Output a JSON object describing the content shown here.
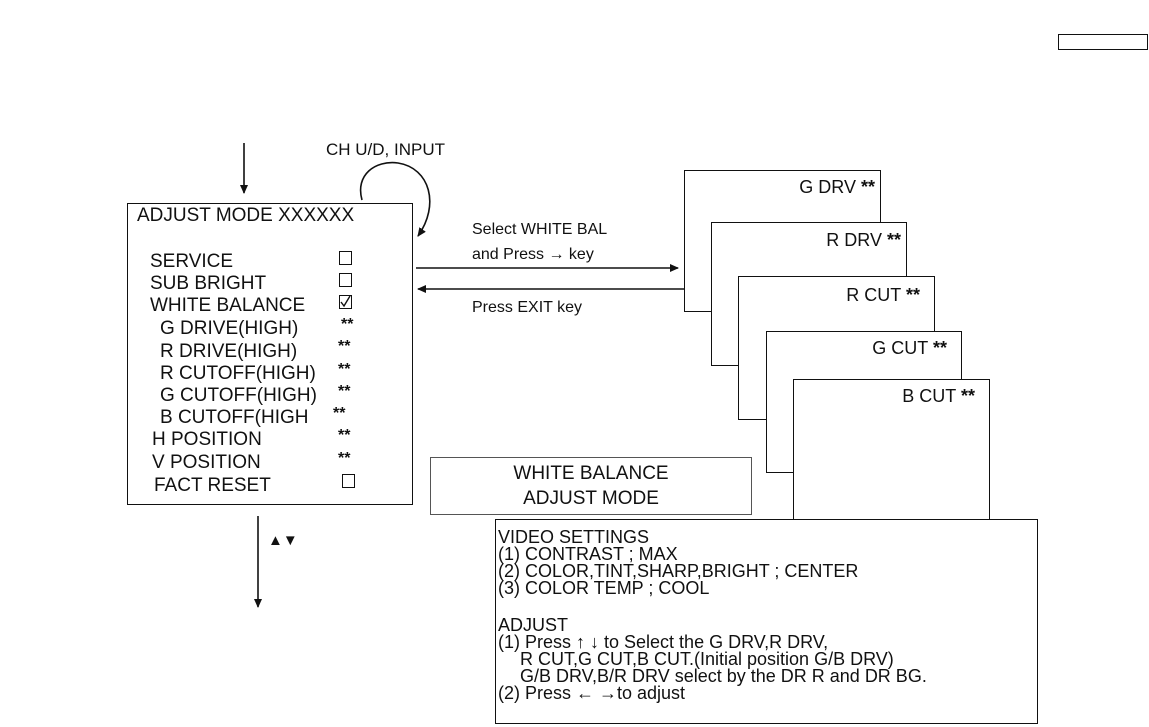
{
  "page_tag": "",
  "adjust_menu": {
    "title": "ADJUST MODE XXXXXX",
    "items": [
      {
        "label": "SERVICE",
        "value": "",
        "checkbox": "empty"
      },
      {
        "label": "SUB BRIGHT",
        "value": "",
        "checkbox": "empty"
      },
      {
        "label": "WHITE BALANCE",
        "value": "",
        "checkbox": "checked"
      },
      {
        "label": "G DRIVE(HIGH)",
        "value": "**"
      },
      {
        "label": "R DRIVE(HIGH)",
        "value": "**"
      },
      {
        "label": "R CUTOFF(HIGH)",
        "value": "**"
      },
      {
        "label": "G CUTOFF(HIGH)",
        "value": "**"
      },
      {
        "label": "B CUTOFF(HIGH",
        "value": "**"
      },
      {
        "label": "H POSITION",
        "value": "**"
      },
      {
        "label": "V POSITION",
        "value": "**"
      },
      {
        "label": "FACT RESET",
        "value": "",
        "checkbox": "empty"
      }
    ]
  },
  "loop_label": "CH U/D, INPUT",
  "nav_keys": "▲▼",
  "arrows": {
    "select_line1": "Select WHITE BAL",
    "select_line2": "and Press → key",
    "exit": "Press EXIT key"
  },
  "screens": [
    {
      "label": "G DRV",
      "value": "**"
    },
    {
      "label": "R DRV",
      "value": "**"
    },
    {
      "label": "R CUT",
      "value": "**"
    },
    {
      "label": "G CUT",
      "value": "**"
    },
    {
      "label": "B CUT",
      "value": "**"
    }
  ],
  "mode_box": {
    "line1": "WHITE BALANCE",
    "line2": "ADJUST MODE"
  },
  "video_settings": {
    "heading": "VIDEO SETTINGS",
    "lines": [
      "(1) CONTRAST ; MAX",
      "(2) COLOR,TINT,SHARP,BRIGHT ; CENTER",
      "(3) COLOR TEMP ; COOL"
    ],
    "adjust_heading": "ADJUST",
    "adjust_lines": [
      "(1) Press ↑ ↓ to Select the G DRV,R DRV,",
      "R CUT,G CUT,B CUT.(Initial position G/B DRV)",
      "G/B DRV,B/R DRV select by the DR R and DR BG.",
      "(2) Press ← →to adjust"
    ]
  }
}
